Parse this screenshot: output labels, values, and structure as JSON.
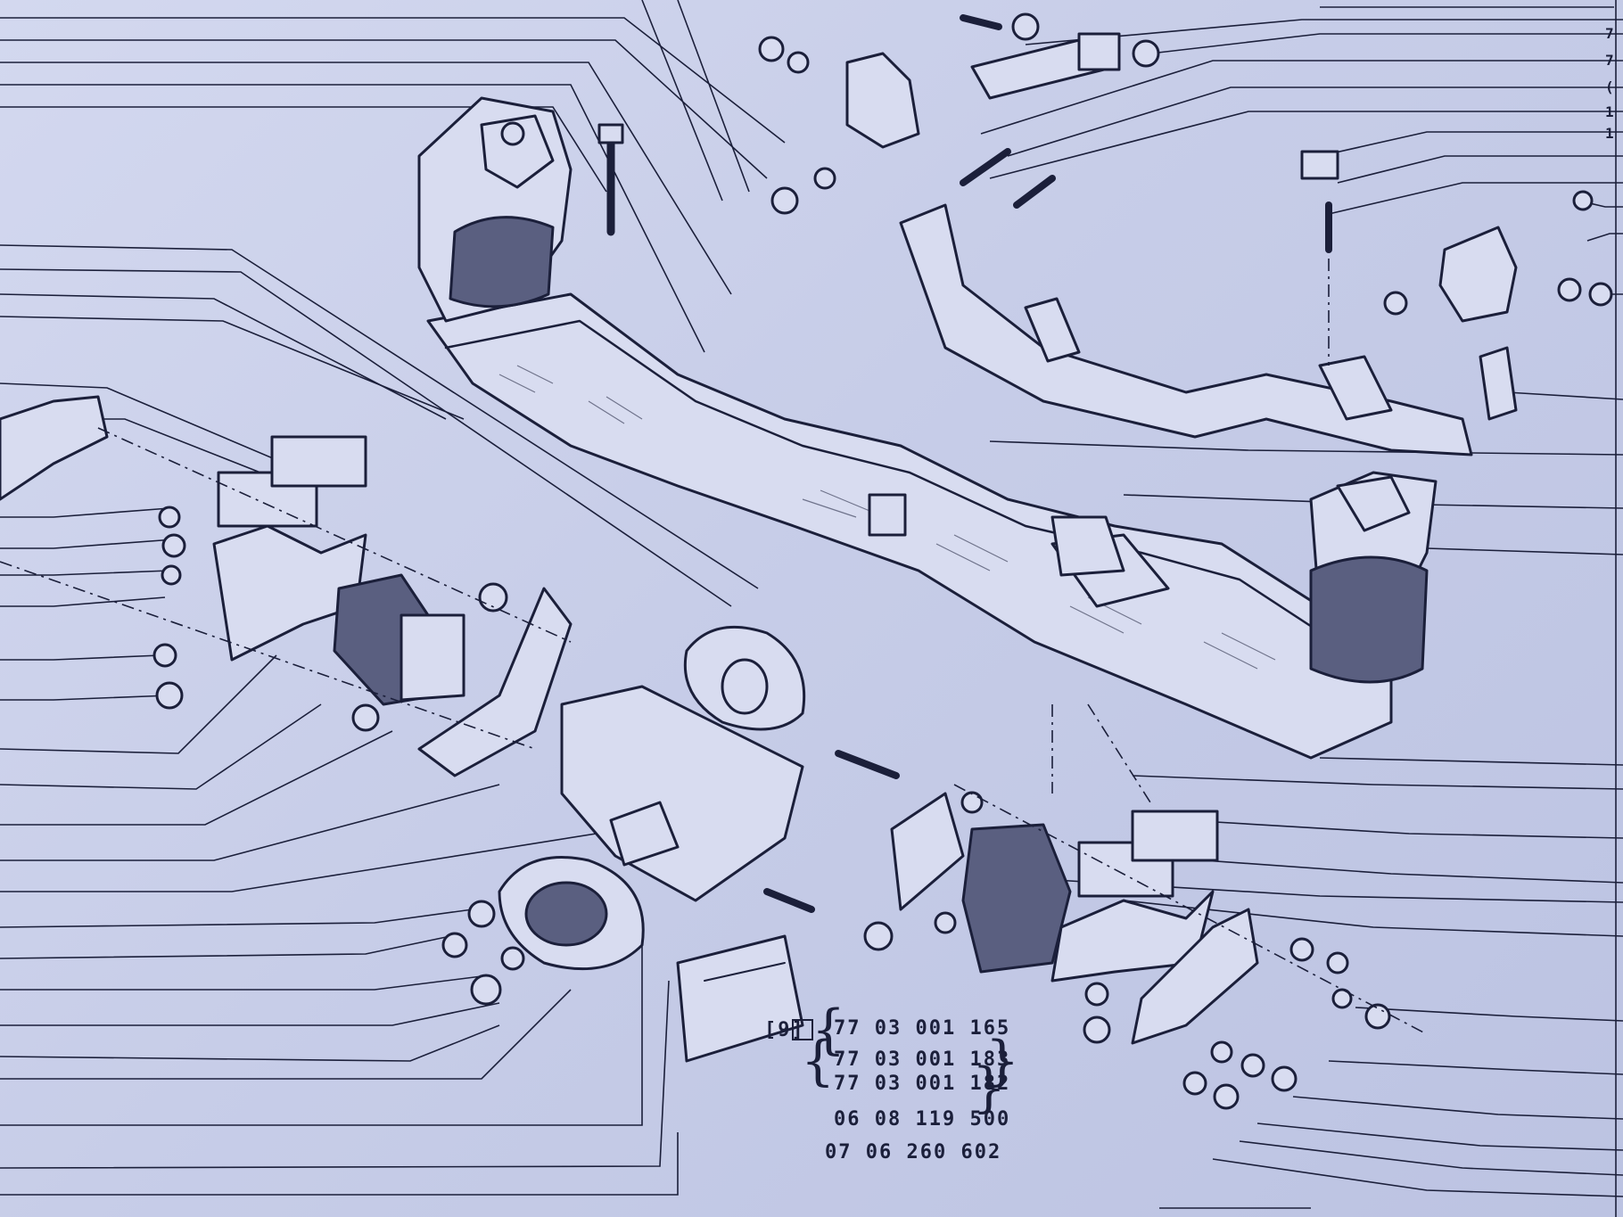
{
  "references": {
    "quantity_marker": "[9]",
    "ref_1": "77 03 001 165",
    "ref_2": "77 03 001 183",
    "ref_3": "77 03 001 182",
    "ref_4": "06 08 119 500",
    "ref_5": "07 06 260 602"
  },
  "edge_numbers": [
    "7",
    "7",
    "(",
    "1",
    "1"
  ]
}
